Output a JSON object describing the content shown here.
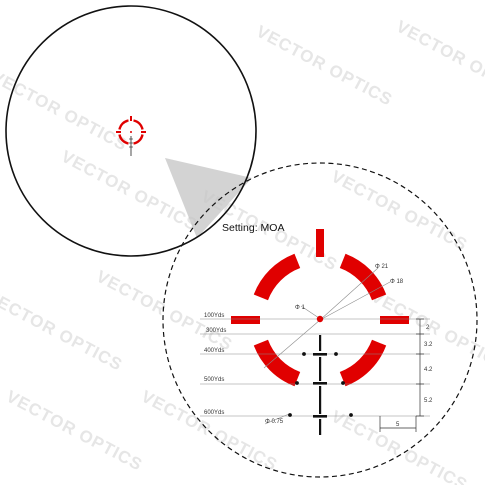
{
  "setting_label": "Setting: MOA",
  "watermark": "VECTOR OPTICS",
  "colors": {
    "reticle": "#e00000",
    "outline": "#111111",
    "guide": "#888888"
  },
  "diameters": {
    "outer_ring": "Φ 21",
    "inner_ring": "Φ 18",
    "center_dot": "Φ 1",
    "holdover_dot": "Φ 0.75"
  },
  "range_labels": [
    "100Yds",
    "300Yds",
    "400Yds",
    "500Yds",
    "600Yds"
  ],
  "spacing_labels": [
    "2",
    "3.2",
    "4.2",
    "5.2",
    "5"
  ]
}
